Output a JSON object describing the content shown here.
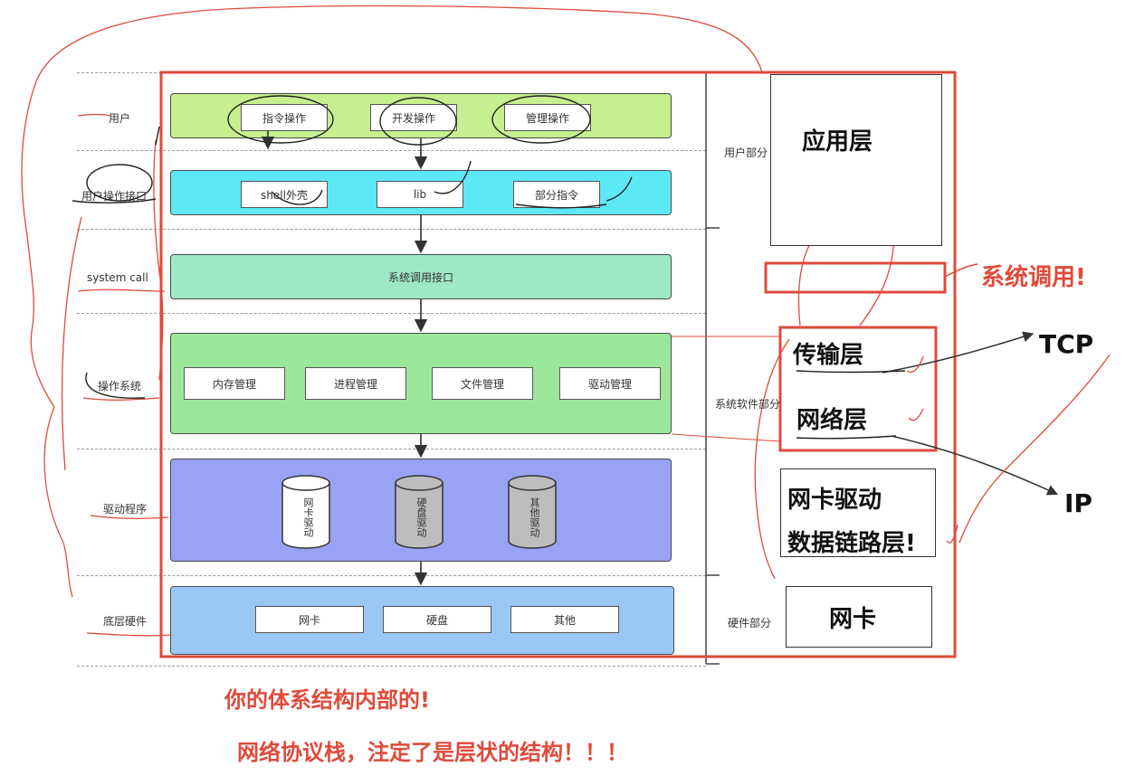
{
  "rows": {
    "user": "用户",
    "user_interface": "用户操作接口",
    "system_call": "system call",
    "os": "操作系统",
    "driver": "驱动程序",
    "hardware": "底层硬件"
  },
  "layers": {
    "user_ops": [
      "指令操作",
      "开发操作",
      "管理操作"
    ],
    "interface_items": [
      "shell外壳",
      "lib",
      "部分指令"
    ],
    "syscall_interface": "系统调用接口",
    "os_items": [
      "内存管理",
      "进程管理",
      "文件管理",
      "驱动管理"
    ],
    "drivers": [
      "网卡驱动",
      "硬盘驱动",
      "其他驱动"
    ],
    "hardware_items": [
      "网卡",
      "硬盘",
      "其他"
    ]
  },
  "parts": {
    "user_part": "用户部分",
    "system_software_part": "系统软件部分",
    "hardware_part": "硬件部分"
  },
  "stack": {
    "application": "应用层",
    "transport": "传输层",
    "network": "网络层",
    "nic_driver": "网卡驱动",
    "data_link": "数据链路层!",
    "nic": "网卡"
  },
  "annotations": {
    "system_call": "系统调用!",
    "tcp": "TCP",
    "ip": "IP",
    "arch_note": "你的体系结构内部的!",
    "layered_note": "网络协议栈，注定了是层状的结构！！！"
  },
  "colors": {
    "accent_red": "#e04a3a",
    "layer_user": "#c6ef8f",
    "layer_interface": "#5de8f5",
    "layer_syscall": "#9ee8c8",
    "layer_os": "#9ce89a",
    "layer_driver": "#9aa2f5",
    "layer_hw": "#99c8f5"
  }
}
